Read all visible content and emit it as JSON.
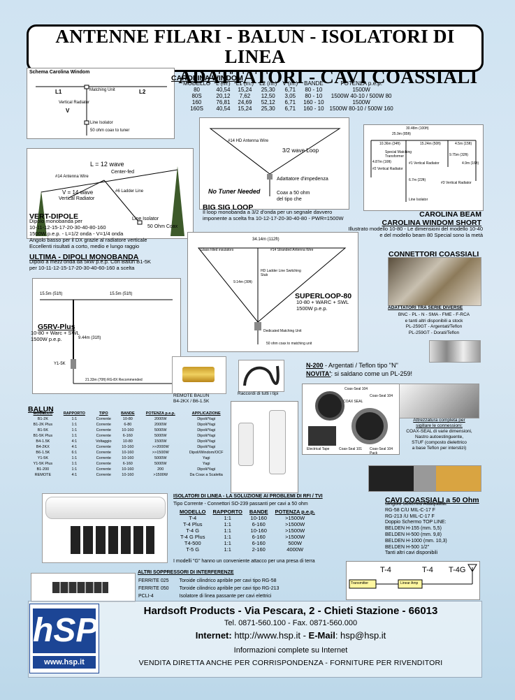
{
  "header": {
    "line1": "ANTENNE FILARI - BALUN - ISOLATORI DI LINEA",
    "line2": "CONNETTORI - ADATTATORI - CAVI COASSIALI"
  },
  "carolina": {
    "schema_title": "Schema Carolina Windom",
    "schema_labels": {
      "l1": "L1",
      "l2": "L2",
      "v": "V",
      "matching": "Matching Unit",
      "vert": "Vertical Radiator",
      "iso": "Line Isolator",
      "coax": "50 ohm coax to tuner"
    },
    "title": "CAROLINA WINDOM",
    "columns": [
      "MODELLO",
      "L (m.)",
      "L1 (m.)",
      "L2 (m.)",
      "V (m.)",
      "BANDE",
      "POTENZA p.e.p."
    ],
    "rows": [
      [
        "80",
        "40,54",
        "15,24",
        "25,30",
        "6,71",
        "80 - 10",
        "1500W"
      ],
      [
        "80S",
        "20,12",
        "7,62",
        "12,50",
        "3,05",
        "80 - 10",
        "1500W 40-10 / 500W 80"
      ],
      [
        "160",
        "76,81",
        "24,69",
        "52,12",
        "6,71",
        "160 - 10",
        "1500W"
      ],
      [
        "160S",
        "40,54",
        "15,24",
        "25,30",
        "6,71",
        "160 - 10",
        "1500W 80-10 / 500W 160"
      ]
    ]
  },
  "vert_dipole": {
    "diagram": {
      "l": "L = 12 wave",
      "center": "Center-fed",
      "wire": "#14 Antenna Wire",
      "v": "V = 14 wave",
      "vr": "Vertical Radiator",
      "iso": "Line Isolator",
      "coax": "50 Ohm Coax",
      "ladder": "#6 Ladder Line"
    },
    "title": "VERT-DIPOLE",
    "lines": [
      "Dipolo monobanda per",
      "10-11-12-15-17-20-30-40-80-160",
      "1500W p.e.p. - L=1/2 onda - V=1/4 onda",
      "Angolo basso per il DX grazie al radiatore verticale",
      "Eccellenti risultati a corto, medio e lungo raggio"
    ],
    "ultima_title": "ULTIMA - DIPOLI MONOBANDA",
    "ultima_lines": [
      "Dipolo a mezz'onda da 5kW p.e.p. Con Balun B1-5K",
      "per 10-11-12-15-17-20-30-40-60-160 a scelta"
    ]
  },
  "big_sig": {
    "diagram": {
      "wire": "#14 HD Antenna Wire",
      "loop": "3/2 wave Loop",
      "no_tuner": "No Tuner Needed",
      "adapt": "Adattatore d'impedenza",
      "coax": "Coax a 50 ohm",
      "coax2": "del tipo che"
    },
    "title": "BIG SIG LOOP",
    "lines": [
      "Il loop monobanda a 3/2 d'onda per un segnale davvero",
      "imponente a scelta fra 10-12-17-20-30-40-80 - PWR=1500W"
    ]
  },
  "carolina_beam": {
    "diagram": {
      "top": "30.48m (100ft)",
      "a": "25.9m (85ft)",
      "b": "10.36m (34ft)",
      "c": "15.24m (50ft)",
      "d": "4.5m (15ft)",
      "smt": "Special Matching Transformer",
      "vr1": "#1 Vertical Radiator",
      "vr2": "#2 Vertical Radiator",
      "vr3": "#3 Vertical Radiator",
      "e": "9.75m (32ft)",
      "f": "4.9m (16ft)",
      "g": "4.87m (16ft)",
      "h": "6.7m (22ft)",
      "iso": "Line Isolator"
    },
    "title1": "CAROLINA BEAM",
    "title2": "CAROLINA WINDOM SHORT",
    "lines": [
      "Illustrato modello 10-80 - Le dimensioni del modello 10-40",
      "e del modello beam 80 Special sono la metà"
    ]
  },
  "superloop": {
    "diagram": {
      "top": "34.14m (112ft)",
      "ins": "Glass filled insulators",
      "wire": "#14 Stranded Antenna Wire",
      "hd": "HD Ladder Line Switching Stub",
      "h": "9.14m (30ft)",
      "dmu": "Dedicated Matching Unit",
      "coax": "50 ohm coax to matching unit"
    },
    "title": "SUPERLOOP-80",
    "lines": [
      "10-80 + WARC + SWL",
      "1500W p.e.p."
    ]
  },
  "g5rv": {
    "diagram": {
      "a": "15.5m (51ft)",
      "b": "15.5m (51ft)",
      "c": "9.44m (31ft)",
      "balun": "Y1-5K",
      "coax": "21.33m (70ft) RG-8X Recommended"
    },
    "title": "G5RV-Plus",
    "lines": [
      "10-80 + Warc + SWL",
      "1500W p.e.p."
    ]
  },
  "connectors": {
    "title": "CONNETTORI COASSIALI",
    "adapt_title": "ADATTATORI TRA SERIE DIVERSE",
    "adapt_lines": [
      "BNC - PL - N - SMA - FME - F-RCA",
      "e tanti altri disponibili a stock",
      "PL-259GT - Argentati/Teflon",
      "PL-259GT - Dorati/Teflon"
    ],
    "n200_label": "N-200",
    "n200_text": " - Argentati / Teflon tipo \"N\"",
    "novita_label": "NOVITA'",
    "novita_text": ": si saldano come un PL-259!"
  },
  "remote_balun": {
    "title": "REMOTE BALUN",
    "sub": "B4-2KX / B6-1.5K"
  },
  "raccordi": {
    "label": "Raccordi di tutti i tipi"
  },
  "seal": {
    "lines": [
      "Attrezzatura completa per",
      "sigillare le connessioni:",
      "COAX-SEAL di varie dimensioni,",
      "Nastro autoestinguente,",
      "STUF (composto dielettrico",
      "a base Teflon per interstizi)"
    ],
    "pkg1": "Coax-Seal 104",
    "pkg2": "COAX SEAL",
    "pkg3": "Electrical Tape",
    "pkg4": "Coax-Seal 101",
    "pkg5": "Coax-Seal 104 Pack",
    "pkg6": "Coax-Seal 104"
  },
  "balun": {
    "title": "BALUN",
    "columns": [
      "MODELLO",
      "RAPPORTO",
      "TIPO",
      "BANDE",
      "POTENZA p.e.p.",
      "APPLICAZIONE"
    ],
    "rows": [
      [
        "B1-2K",
        "1:1",
        "Corrente",
        "10-80",
        "2000W",
        "Dipoli/Yagi"
      ],
      [
        "B1-2K Plus",
        "1:1",
        "Corrente",
        "6-80",
        "2000W",
        "Dipoli/Yagi"
      ],
      [
        "B1-5K",
        "1:1",
        "Corrente",
        "10-160",
        "5000W",
        "Dipoli/Yagi"
      ],
      [
        "B1-5K Plus",
        "1:1",
        "Corrente",
        "6-160",
        "5000W",
        "Dipoli/Yagi"
      ],
      [
        "B4-1.5K",
        "4:1",
        "Voltaggio",
        "10-80",
        "1500W",
        "Dipoli/Yagi"
      ],
      [
        "B4-2KX",
        "4:1",
        "Corrente",
        "10-160",
        ">>2000W",
        "Dipoli/Yagi"
      ],
      [
        "B6-1.5K",
        "6:1",
        "Corrente",
        "10-160",
        ">>1500W",
        "Dipoli/Windom/OCF"
      ],
      [
        "Y1-5K",
        "1:1",
        "Corrente",
        "10-160",
        "5000W",
        "Yagi"
      ],
      [
        "Y1-5K Plus",
        "1:1",
        "Corrente",
        "6-160",
        "5000W",
        "Yagi"
      ],
      [
        "B1-200",
        "1:1",
        "Corrente",
        "10-160",
        "200",
        "Dipoli/Yagi"
      ],
      [
        "REMOTE",
        "4:1",
        "Corrente",
        "10-160",
        ">1500W",
        "Da Coax a Scaletta"
      ]
    ]
  },
  "isolators": {
    "title": "ISOLATORI DI LINEA - LA SOLUZIONE AI PROBLEMI DI RFI / TVI",
    "subtitle": "Tipo Corrente - Connettori SO-239 passanti per cavi a 50 ohm",
    "columns": [
      "MODELLO",
      "RAPPORTO",
      "BANDE",
      "POTENZA p.e.p."
    ],
    "rows": [
      [
        "T-4",
        "1:1",
        "10-160",
        ">1500W"
      ],
      [
        "T-4 Plus",
        "1:1",
        "6-160",
        ">1500W"
      ],
      [
        "T-4 G",
        "1:1",
        "10-160",
        ">1500W"
      ],
      [
        "T-4 G Plus",
        "1:1",
        "6-160",
        ">1500W"
      ],
      [
        "T4-500",
        "1:1",
        "6-160",
        "500W"
      ],
      [
        "T-5 G",
        "1:1",
        "2-160",
        "4000W"
      ]
    ],
    "note": "I modelli \"G\" hanno un conveniente attacco per una presa di terra"
  },
  "cables": {
    "title": "CAVI COASSIALI a 50 Ohm",
    "lines": [
      "Singolo Schermo Attaquatta:",
      "RG-58 C/U MIL-C-17 F",
      "RG-213 /U MIL-C-17 F",
      "Doppio Schermo TOP LINE:",
      "BELDEN H-155 (mm. 5,5)",
      "BELDEN H-500 (mm. 9,8)",
      "BELDEN H-1000 (mm. 10,3)",
      "BELDEN H-500 1/2\"",
      "Tanti altri cavi disponibili"
    ]
  },
  "suppressors": {
    "title": "ALTRI SOPPRESSORI DI INTERFERENZE",
    "rows": [
      [
        "FERRITE 025",
        "Toroide cilindrico apribile per cavi tipo RG-58"
      ],
      [
        "FERRITE 050",
        "Toroide cilindrico apribile per cavi tipo RG-213"
      ],
      [
        "PCLI-4",
        "Isolatore di linea passante per cavi elettrici"
      ]
    ]
  },
  "station_diagram": {
    "t4a": "T-4",
    "t4b": "T-4",
    "t4g": "T-4G",
    "tx": "Transmitter",
    "amp": "Linear Amp"
  },
  "footer": {
    "logo_text": "hSP",
    "logo_url": "www.hsp.it",
    "company": "Hardsoft Products - Via Pescara, 2 - Chieti Stazione - 66013",
    "phone": "Tel. 0871-560.100 - Fax. 0871-560.000",
    "internet_label": "Internet:",
    "internet_value": " http://www.hsp.it",
    "email_sep": "  -  ",
    "email_label": "E-Mail",
    "email_value": ": hsp@hsp.it",
    "info": "Informazioni complete su Internet",
    "sales": "VENDITA DIRETTA ANCHE PER CORRISPONDENZA - FORNITURE PER RIVENDITORI"
  },
  "colors": {
    "title_border": "#000000",
    "logo_blue": "#1c4595",
    "background": "#cfe3f2"
  }
}
